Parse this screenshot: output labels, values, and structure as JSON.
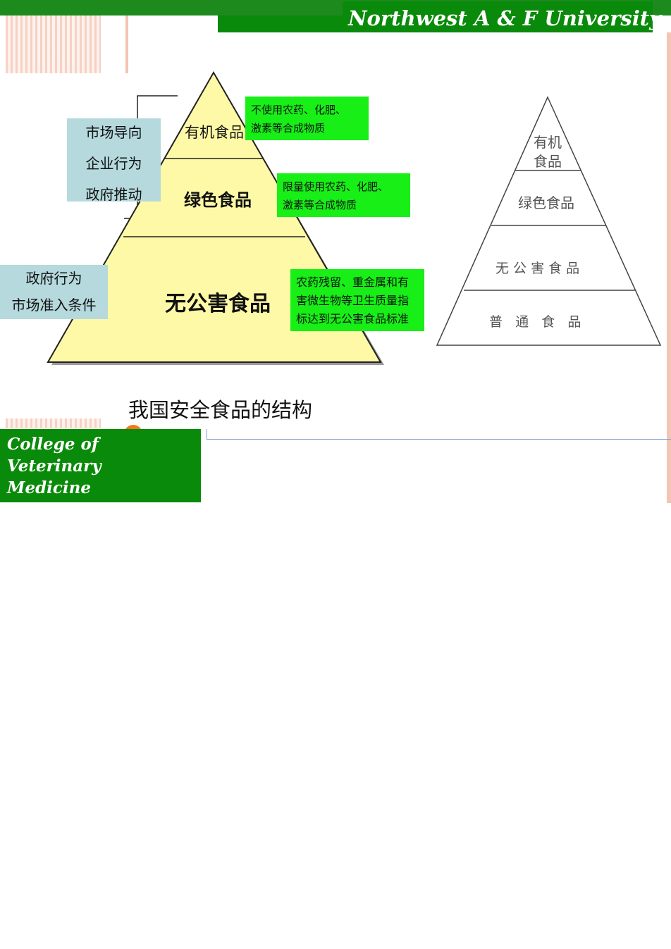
{
  "header": {
    "title": "Northwest A & F University"
  },
  "left_pyramid": {
    "tiers": [
      "有机食品",
      "绿色食品",
      "无公害食品"
    ],
    "drivers_top": [
      "市场导向",
      "企业行为",
      "政府推动"
    ],
    "drivers_bottom": [
      "政府行为",
      "市场准入条件"
    ],
    "notes": {
      "organic": [
        "不使用农药、化肥、",
        "激素等合成物质"
      ],
      "green": [
        "限量使用农药、化肥、",
        "激素等合成物质"
      ],
      "pollution_free": [
        "农药残留、重金属和有",
        "害微生物等卫生质量指",
        "标达到无公害食品标准"
      ]
    }
  },
  "right_pyramid": {
    "tiers": [
      "有机",
      "食品",
      "绿色食品",
      "无 公 害 食 品",
      "普   通   食   品"
    ]
  },
  "caption": "我国安全食品的结构",
  "footer": {
    "line1": "College of Veterinary",
    "line2": "Medicine"
  },
  "colors": {
    "brand_green": "#0a8a0a",
    "note_green": "#17ef17",
    "pyramid_fill": "#fdf9a6",
    "driver_box": "#b5d9dd"
  }
}
